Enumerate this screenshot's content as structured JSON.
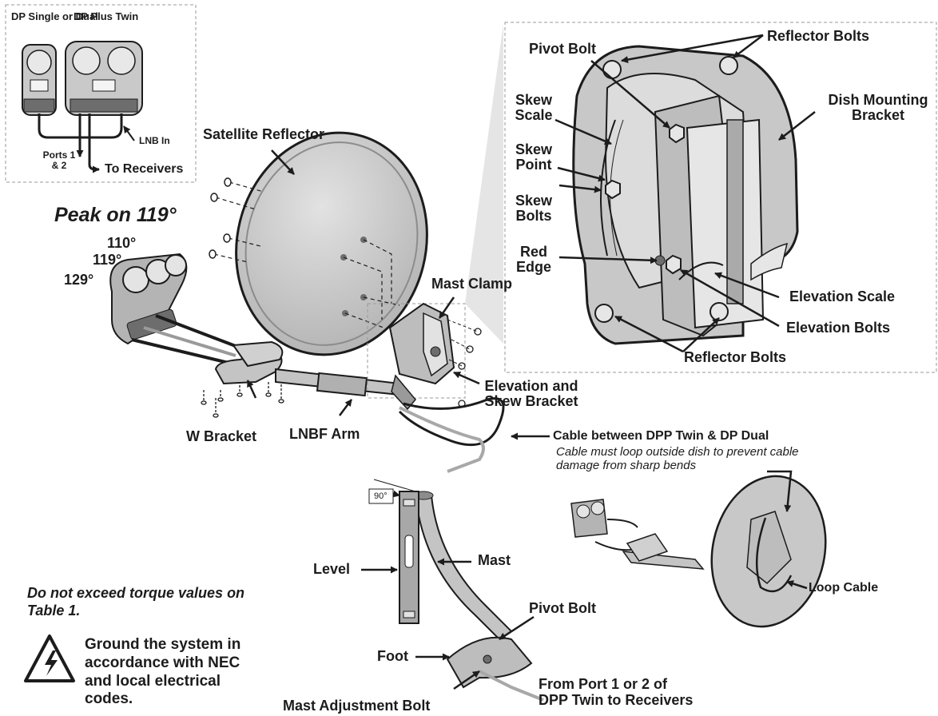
{
  "inset_lnb": {
    "dp_single": "DP Single or Dual",
    "dp_plus": "DP Plus Twin",
    "lnb_in": "LNB In",
    "ports": "Ports 1 & 2",
    "to_receivers": "To Receivers"
  },
  "main": {
    "satellite_reflector": "Satellite Reflector",
    "peak": "Peak on 119°",
    "angle_110": "110°",
    "angle_119": "119°",
    "angle_129": "129°",
    "mast_clamp": "Mast Clamp",
    "elevation_skew_bracket": "Elevation and Skew Bracket",
    "w_bracket": "W Bracket",
    "lnbf_arm": "LNBF Arm",
    "cable_title": "Cable between DPP Twin & DP Dual",
    "cable_note": "Cable must loop outside dish to prevent cable damage from sharp bends",
    "angle_90": "90°",
    "level": "Level",
    "mast": "Mast",
    "pivot_bolt_mast": "Pivot Bolt",
    "foot": "Foot",
    "mast_adjustment_bolt": "Mast Adjustment Bolt",
    "from_port": "From Port 1 or 2 of DPP Twin to Receivers",
    "loop_cable": "Loop Cable"
  },
  "inset_bracket": {
    "pivot_bolt": "Pivot Bolt",
    "reflector_bolts_top": "Reflector Bolts",
    "dish_mounting_bracket": "Dish Mounting Bracket",
    "skew_scale": "Skew Scale",
    "skew_point": "Skew Point",
    "skew_bolts": "Skew Bolts",
    "red_edge": "Red Edge",
    "elevation_scale": "Elevation Scale",
    "elevation_bolts": "Elevation Bolts",
    "reflector_bolts_bottom": "Reflector Bolts"
  },
  "notes": {
    "torque": "Do not exceed torque values on Table 1.",
    "ground": "Ground the system in accordance with NEC and local electrical codes."
  },
  "colors": {
    "line": "#1c1c1c",
    "metal_light": "#d4d4d4",
    "metal_mid": "#b4b4b4",
    "metal_dark": "#8c8c8c",
    "dashed_border": "#9a9a9a"
  }
}
